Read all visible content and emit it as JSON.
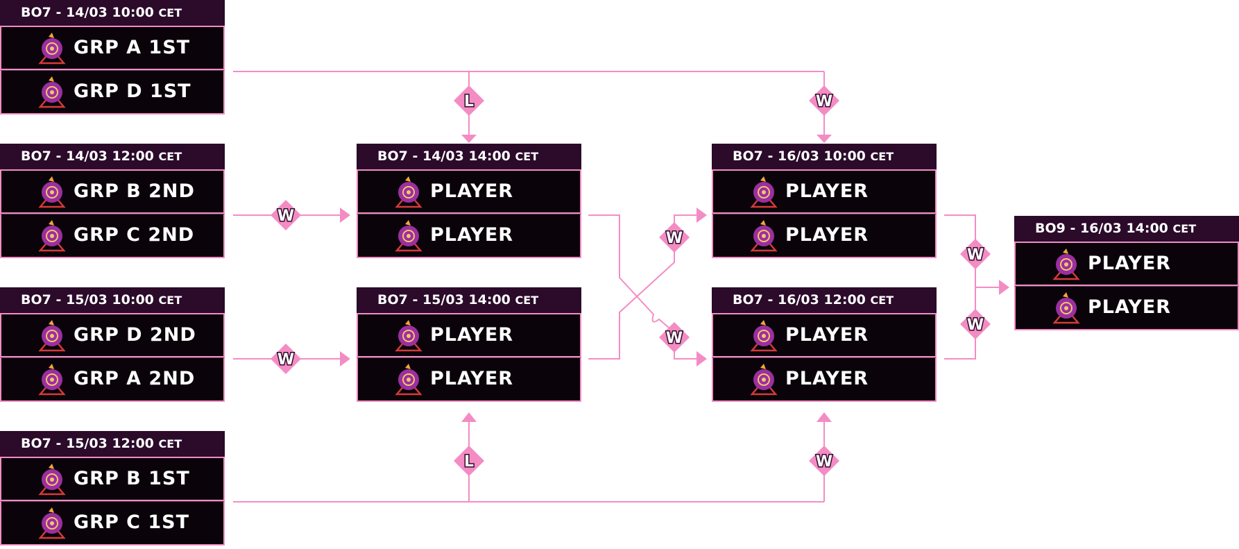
{
  "colors": {
    "line": "#f48cc4",
    "header_bg": "#2b0a2a",
    "slot_bg": "#0a040a",
    "accent": "#9b2fa0"
  },
  "icons": {
    "player_emblem": "purple-crest-icon",
    "result_badge": "diamond-badge-icon"
  },
  "matches": [
    {
      "header": {
        "format_date": "BO7 - 14/03 10:00",
        "tz": "CET"
      },
      "slots": [
        "GRP A 1ST",
        "GRP D 1ST"
      ]
    },
    {
      "header": {
        "format_date": "BO7 - 14/03 12:00",
        "tz": "CET"
      },
      "slots": [
        "GRP B 2ND",
        "GRP C 2ND"
      ]
    },
    {
      "header": {
        "format_date": "BO7 - 15/03 10:00",
        "tz": "CET"
      },
      "slots": [
        "GRP D 2ND",
        "GRP A 2ND"
      ]
    },
    {
      "header": {
        "format_date": "BO7 - 15/03 12:00",
        "tz": "CET"
      },
      "slots": [
        "GRP B 1ST",
        "GRP C 1ST"
      ]
    },
    {
      "header": {
        "format_date": "BO7 - 14/03 14:00",
        "tz": "CET"
      },
      "slots": [
        "PLAYER",
        "PLAYER"
      ]
    },
    {
      "header": {
        "format_date": "BO7 - 15/03 14:00",
        "tz": "CET"
      },
      "slots": [
        "PLAYER",
        "PLAYER"
      ]
    },
    {
      "header": {
        "format_date": "BO7 - 16/03 10:00",
        "tz": "CET"
      },
      "slots": [
        "PLAYER",
        "PLAYER"
      ]
    },
    {
      "header": {
        "format_date": "BO7 - 16/03 12:00",
        "tz": "CET"
      },
      "slots": [
        "PLAYER",
        "PLAYER"
      ]
    },
    {
      "header": {
        "format_date": "BO9 - 16/03 14:00",
        "tz": "CET"
      },
      "slots": [
        "PLAYER",
        "PLAYER"
      ]
    }
  ],
  "badges": {
    "m1_loser": "L",
    "m1_winner": "W",
    "m2_winner": "W",
    "m3_winner": "W",
    "m4_loser": "L",
    "m4_winner": "W",
    "m5_winner": "W",
    "m6_winner": "W",
    "m7_winner": "W",
    "m8_winner": "W"
  }
}
